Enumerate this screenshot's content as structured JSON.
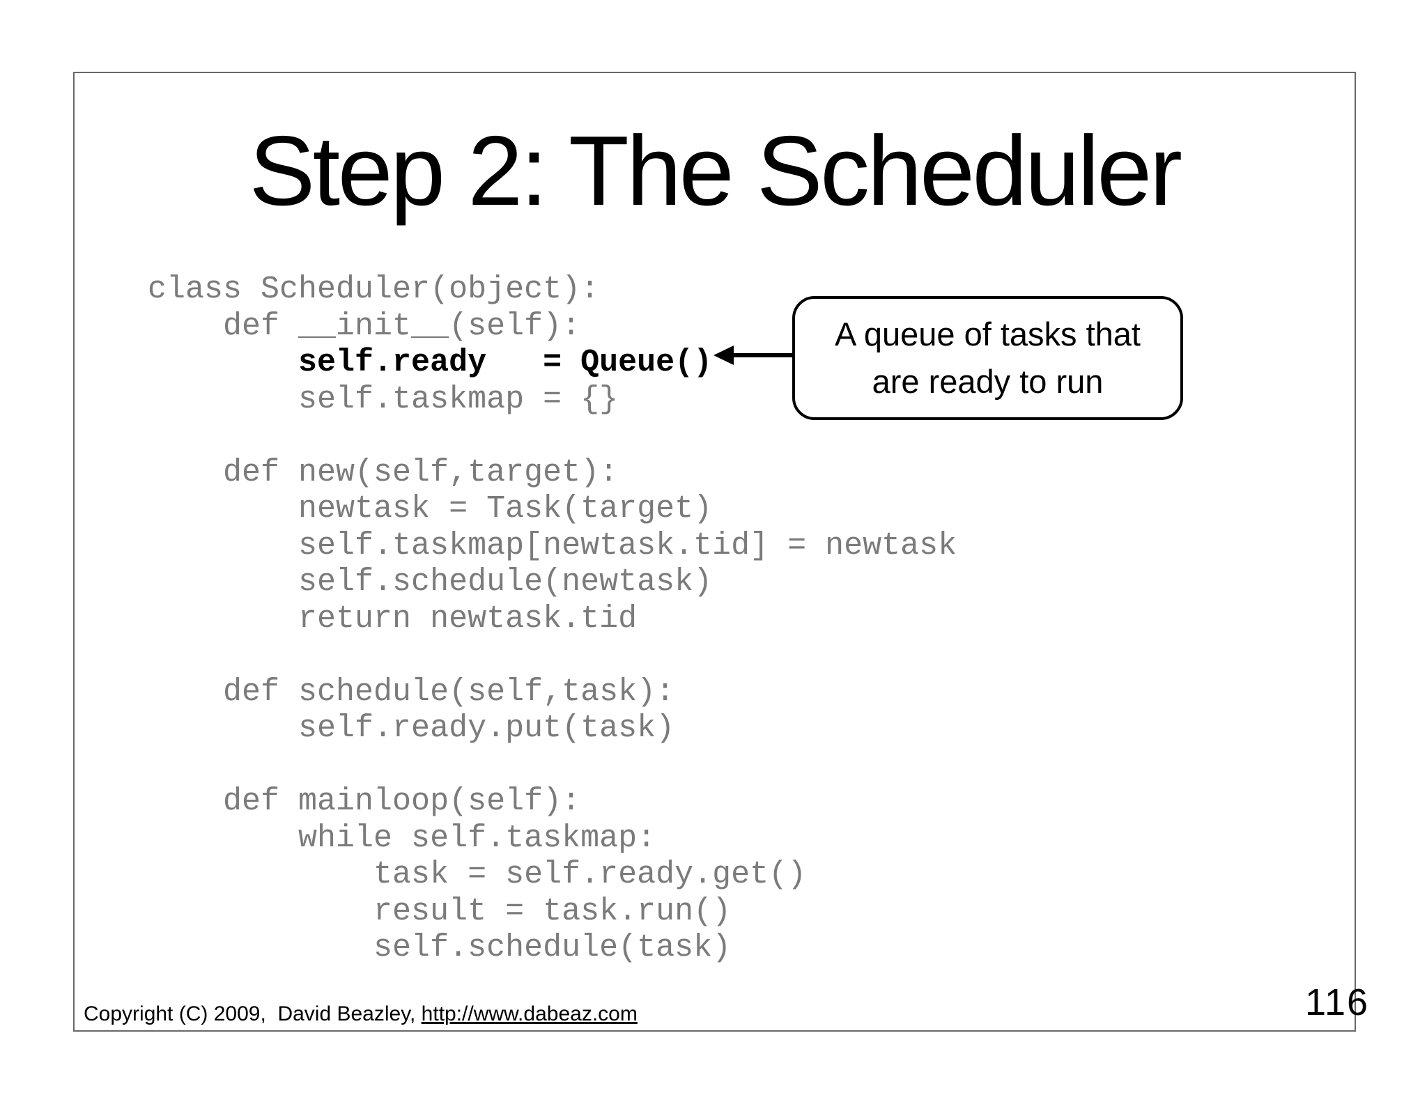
{
  "slide": {
    "title": "Step 2: The Scheduler",
    "code": {
      "lines": [
        {
          "text": "class Scheduler(object):",
          "emphasis": false
        },
        {
          "text": "    def __init__(self):",
          "emphasis": false
        },
        {
          "text": "        self.ready   = Queue()",
          "emphasis": true
        },
        {
          "text": "        self.taskmap = {}",
          "emphasis": false
        },
        {
          "text": "",
          "emphasis": false
        },
        {
          "text": "    def new(self,target):",
          "emphasis": false
        },
        {
          "text": "        newtask = Task(target)",
          "emphasis": false
        },
        {
          "text": "        self.taskmap[newtask.tid] = newtask",
          "emphasis": false
        },
        {
          "text": "        self.schedule(newtask)",
          "emphasis": false
        },
        {
          "text": "        return newtask.tid",
          "emphasis": false
        },
        {
          "text": "",
          "emphasis": false
        },
        {
          "text": "    def schedule(self,task):",
          "emphasis": false
        },
        {
          "text": "        self.ready.put(task)",
          "emphasis": false
        },
        {
          "text": "",
          "emphasis": false
        },
        {
          "text": "    def mainloop(self):",
          "emphasis": false
        },
        {
          "text": "        while self.taskmap:",
          "emphasis": false
        },
        {
          "text": "            task = self.ready.get()",
          "emphasis": false
        },
        {
          "text": "            result = task.run()",
          "emphasis": false
        },
        {
          "text": "            self.schedule(task)",
          "emphasis": false
        }
      ]
    },
    "callout": {
      "text": "A queue of tasks that\nare ready to run"
    },
    "footer": {
      "copyright": "Copyright (C) 2009,  David Beazley, ",
      "link": "http://www.dabeaz.com"
    },
    "page_number": "116"
  },
  "colors": {
    "code_gray": "#7b7b7b",
    "emphasis_black": "#000000",
    "frame_border": "#686868"
  }
}
